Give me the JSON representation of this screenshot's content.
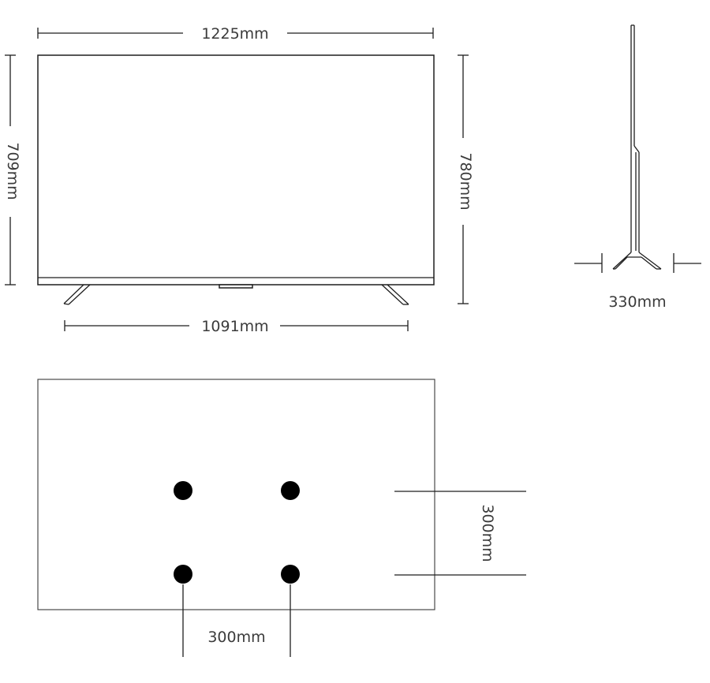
{
  "front_view": {
    "overall_width": "1225mm",
    "panel_height": "709mm",
    "overall_height": "780mm",
    "stand_spacing": "1091mm"
  },
  "side_view": {
    "stand_depth": "330mm"
  },
  "back_view": {
    "vesa_horizontal": "300mm",
    "vesa_vertical": "300mm",
    "mount_hole_count": 4
  },
  "colors": {
    "line": "#1e1e1e",
    "text": "#3b3b3b",
    "hole": "#000000",
    "background": "#ffffff"
  }
}
